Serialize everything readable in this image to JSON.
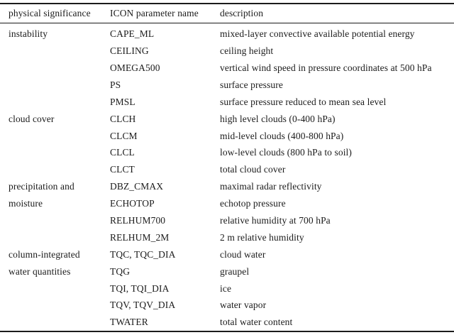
{
  "page": {
    "background": "#ffffff",
    "text_color": "#1b1b1b",
    "rule_color": "#1b1b1b"
  },
  "table": {
    "headers": [
      "physical significance",
      "ICON parameter name",
      "description"
    ],
    "rows": [
      {
        "category": "instability",
        "param": "CAPE_ML",
        "desc": "mixed-layer convective available potential energy"
      },
      {
        "category": "",
        "param": "CEILING",
        "desc": "ceiling height"
      },
      {
        "category": "",
        "param": "OMEGA500",
        "desc": "vertical wind speed in pressure coordinates at 500 hPa"
      },
      {
        "category": "",
        "param": "PS",
        "desc": "surface pressure"
      },
      {
        "category": "",
        "param": "PMSL",
        "desc": "surface pressure reduced to mean sea level"
      },
      {
        "category": "cloud cover",
        "param": "CLCH",
        "desc": "high level clouds (0-400 hPa)"
      },
      {
        "category": "",
        "param": "CLCM",
        "desc": "mid-level clouds (400-800 hPa)"
      },
      {
        "category": "",
        "param": "CLCL",
        "desc": "low-level clouds (800 hPa to soil)"
      },
      {
        "category": "",
        "param": "CLCT",
        "desc": "total cloud cover"
      },
      {
        "category": "precipitation and",
        "param": "DBZ_CMAX",
        "desc": "maximal radar reflectivity"
      },
      {
        "category": "moisture",
        "param": "ECHOTOP",
        "desc": "echotop pressure"
      },
      {
        "category": "",
        "param": "RELHUM700",
        "desc": "relative humidity at 700 hPa"
      },
      {
        "category": "",
        "param": "RELHUM_2M",
        "desc": "2 m relative humidity"
      },
      {
        "category": "column-integrated",
        "param": "TQC, TQC_DIA",
        "desc": "cloud water"
      },
      {
        "category": "water quantities",
        "param": "TQG",
        "desc": "graupel"
      },
      {
        "category": "",
        "param": "TQI, TQI_DIA",
        "desc": "ice"
      },
      {
        "category": "",
        "param": "TQV, TQV_DIA",
        "desc": "water vapor"
      },
      {
        "category": "",
        "param": "TWATER",
        "desc": "total water content"
      }
    ]
  }
}
